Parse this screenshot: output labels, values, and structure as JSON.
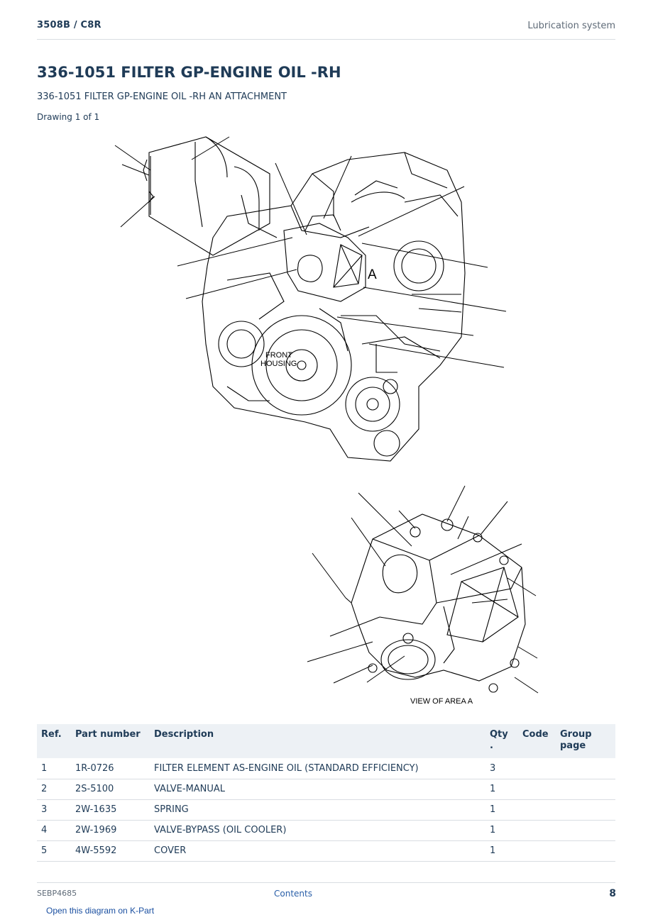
{
  "header": {
    "model": "3508B  /  C8R",
    "section": "Lubrication system"
  },
  "title": "336-1051 FILTER GP-ENGINE OIL -RH",
  "subtitle": "336-1051 FILTER GP-ENGINE OIL -RH AN ATTACHMENT",
  "drawing_label": "Drawing 1 of 1",
  "diagram": {
    "main_labels": [
      "FRONT",
      "HOUSING"
    ],
    "callout_letter": "A",
    "detail_caption": "VIEW OF AREA  A"
  },
  "table": {
    "headers": {
      "ref": "Ref.",
      "part_number": "Part number",
      "description": "Description",
      "qty_line1": "Qty",
      "qty_line2": ".",
      "code": "Code",
      "group_line1": "Group",
      "group_line2": "page"
    },
    "rows": [
      {
        "ref": "1",
        "part_number": "1R-0726",
        "description": "FILTER ELEMENT AS-ENGINE OIL (STANDARD EFFICIENCY)",
        "qty": "3",
        "code": "",
        "group_page": ""
      },
      {
        "ref": "2",
        "part_number": "2S-5100",
        "description": "VALVE-MANUAL",
        "qty": "1",
        "code": "",
        "group_page": ""
      },
      {
        "ref": "3",
        "part_number": "2W-1635",
        "description": "SPRING",
        "qty": "1",
        "code": "",
        "group_page": ""
      },
      {
        "ref": "4",
        "part_number": "2W-1969",
        "description": "VALVE-BYPASS (OIL COOLER)",
        "qty": "1",
        "code": "",
        "group_page": ""
      },
      {
        "ref": "5",
        "part_number": "4W-5592",
        "description": "COVER",
        "qty": "1",
        "code": "",
        "group_page": ""
      }
    ]
  },
  "footer": {
    "doc_id": "SEBP4685",
    "contents_link": "Contents",
    "page_number": "8",
    "kpart_link": "Open this diagram on K-Part"
  }
}
